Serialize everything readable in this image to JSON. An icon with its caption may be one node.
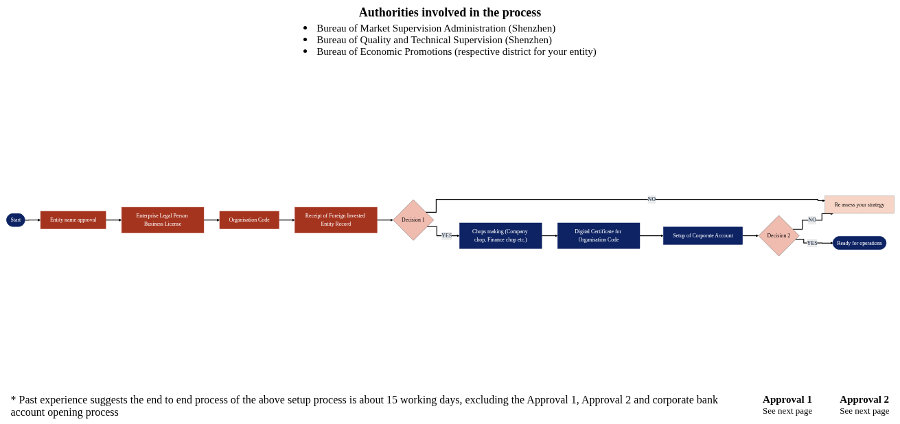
{
  "diagram": {
    "title": "Authorities involved in the process",
    "nodes": [
      {
        "text": [
          "Start"
        ]
      },
      {
        "text": [
          "Entity name approval"
        ]
      },
      {
        "text": [
          "Enterprise Legal Person Business License"
        ]
      },
      {
        "text": [
          "Organisation Code"
        ]
      },
      {
        "text": [
          "Receipt of Foreign Invested Entity Record"
        ]
      },
      {
        "text": [
          "Decision 1"
        ]
      },
      {
        "text": [
          "Re assess your strategy"
        ]
      },
      {
        "text": [
          "Chops making (Company chop, Finance chop etc.)"
        ]
      },
      {
        "text": [
          "Digital Certificate for Organisation Code"
        ]
      },
      {
        "text": [
          "Setup of Corporate Account"
        ]
      },
      {
        "text": [
          "Decision 2"
        ]
      },
      {
        "text": [
          "Ready for operations"
        ]
      }
    ],
    "edges": [
      {
        "from": 0,
        "to": 1,
        "arrow": "to"
      },
      {
        "from": 1,
        "to": 2,
        "arrow": "to"
      },
      {
        "from": 2,
        "to": 3,
        "arrow": "to"
      },
      {
        "from": 3,
        "to": 4,
        "arrow": "to"
      },
      {
        "from": 4,
        "to": 5,
        "arrow": "to"
      },
      {
        "from": 5,
        "to": 6,
        "label": "NO",
        "arrow": "to"
      },
      {
        "from": 5,
        "to": 7,
        "label": "YES",
        "arrow": "to"
      },
      {
        "from": 7,
        "to": 8,
        "arrow": "to"
      },
      {
        "from": 8,
        "to": 9,
        "arrow": "to"
      },
      {
        "from": 9,
        "to": 10,
        "arrow": "to"
      },
      {
        "from": 10,
        "to": 6,
        "label": "NO",
        "arrow": "to"
      },
      {
        "from": 10,
        "to": 11,
        "label": "YES",
        "arrow": "to"
      }
    ],
    "labels": [
      "Bureau of Market Supervision Administration (Shenzhen)",
      "Bureau of Quality and Technical Supervision (Shenzhen)",
      "Bureau of Economic Promotions (respective district for your entity)",
      "Approval 1",
      "See next page",
      "Approval 2",
      "See next page"
    ],
    "caption": "* Past experience suggests the end to end process of the above setup process is about 15 working days, excluding the Approval 1, Approval 2 and corporate bank account opening process"
  }
}
